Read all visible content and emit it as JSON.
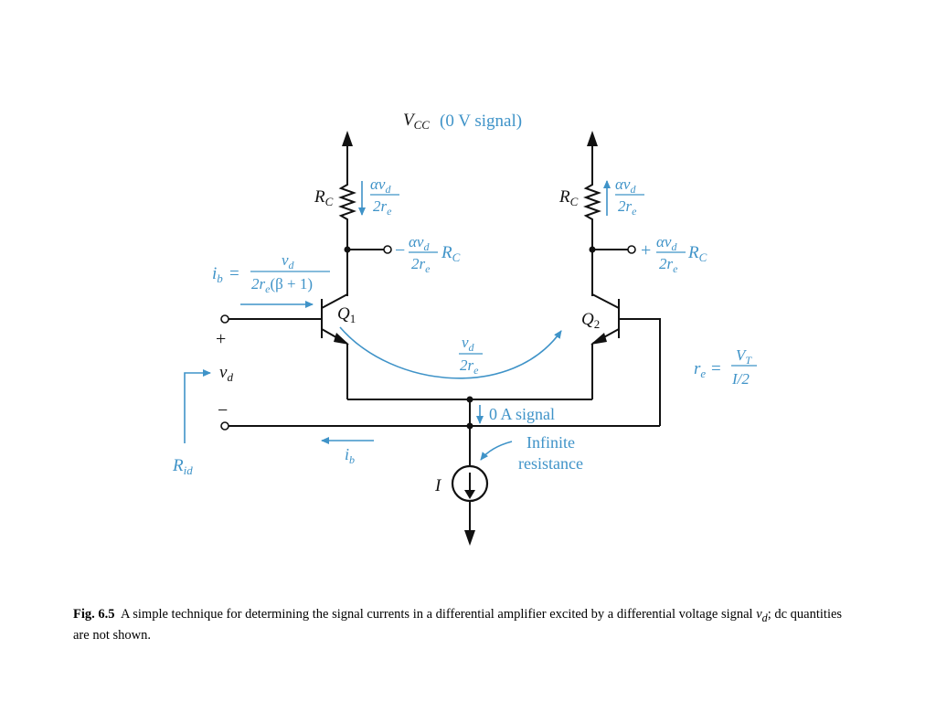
{
  "diagram": {
    "vcc": {
      "symbol": "V",
      "sub": "CC",
      "note": "(0 V signal)"
    },
    "rc_left": {
      "symbol": "R",
      "sub": "C"
    },
    "rc_right": {
      "symbol": "R",
      "sub": "C"
    },
    "current_rc_left": {
      "num": "αv",
      "num_sub": "d",
      "den": "2r",
      "den_sub": "e"
    },
    "current_rc_right": {
      "num": "αv",
      "num_sub": "d",
      "den": "2r",
      "den_sub": "e"
    },
    "vout_left": {
      "sign": "−",
      "num": "αv",
      "num_sub": "d",
      "den": "2r",
      "den_sub": "e",
      "tail": "R",
      "tail_sub": "C"
    },
    "vout_right": {
      "sign": "+",
      "num": "αv",
      "num_sub": "d",
      "den": "2r",
      "den_sub": "e",
      "tail": "R",
      "tail_sub": "C"
    },
    "ib_formula": {
      "lhs": "i",
      "lhs_sub": "b",
      "eq": "=",
      "num": "v",
      "num_sub": "d",
      "den_a": "2r",
      "den_sub": "e",
      "den_b": "(β + 1)"
    },
    "q1": {
      "symbol": "Q",
      "sub": "1"
    },
    "q2": {
      "symbol": "Q",
      "sub": "2"
    },
    "emitter_current": {
      "num": "v",
      "num_sub": "d",
      "den": "2r",
      "den_sub": "e"
    },
    "re_formula": {
      "lhs": "r",
      "lhs_sub": "e",
      "eq": "=",
      "num": "V",
      "num_sub": "T",
      "den": "I/2"
    },
    "plus_sign": "+",
    "minus_sign": "−",
    "vd_label": {
      "symbol": "v",
      "sub": "d"
    },
    "zero_signal": "0 A signal",
    "infinite_resistance": [
      "Infinite",
      "resistance"
    ],
    "ib_return": {
      "symbol": "i",
      "sub": "b"
    },
    "rid": {
      "symbol": "R",
      "sub": "id"
    },
    "current_source": "I"
  },
  "caption": {
    "fig_label": "Fig. 6.5",
    "text": "A simple technique for determining the signal currents in a  differential amplifier excited by a differential voltage signal ",
    "var": "v",
    "var_sub": "d",
    "tail": "; dc quantities are not shown."
  },
  "colors": {
    "annotation": "#3f93c8",
    "circuit": "#111111"
  }
}
